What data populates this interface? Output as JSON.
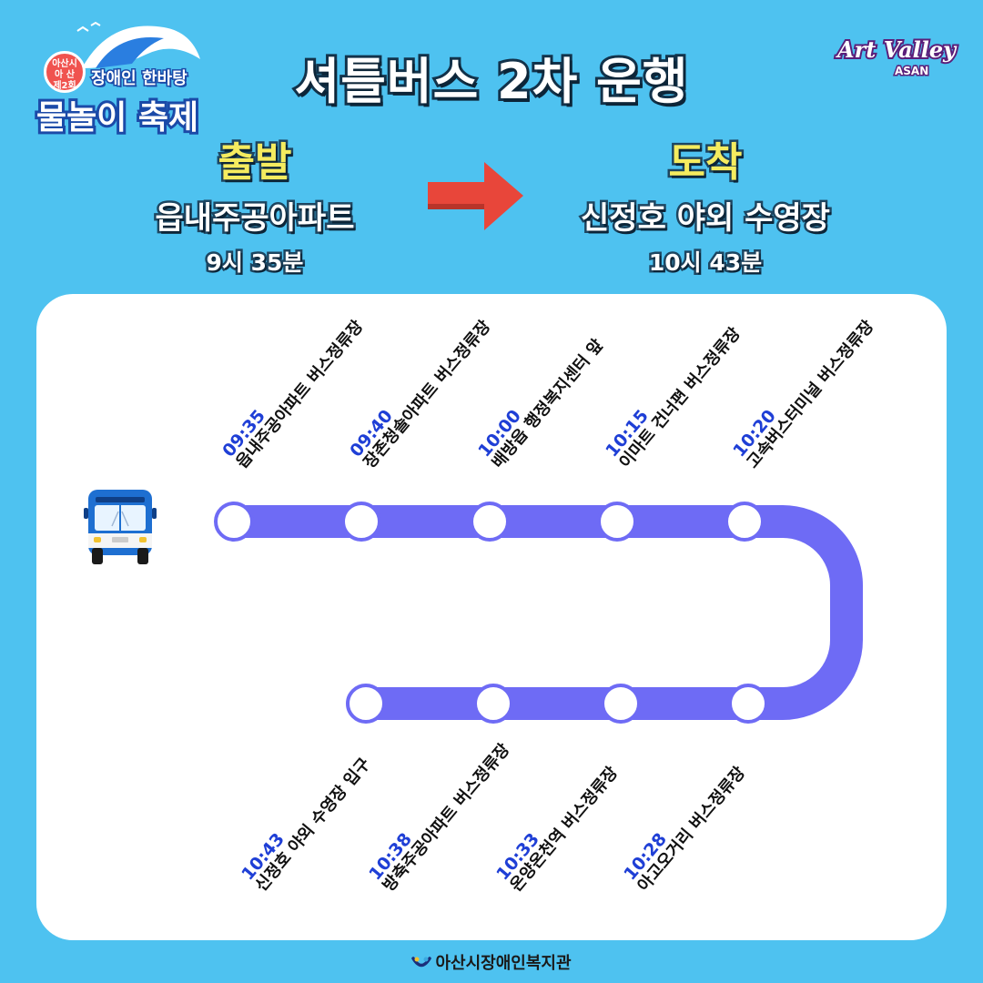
{
  "title": "셔틀버스 2차 운행",
  "logo_left": {
    "badge_line1": "아산시",
    "badge_line2": "아 산",
    "badge_line3": "제2회",
    "subtitle": "장애인 한바탕",
    "main": "물놀이 축제"
  },
  "logo_right": {
    "main": "Art Valley",
    "sub": "ASAN"
  },
  "departure": {
    "heading": "출발",
    "place": "읍내주공아파트",
    "time": "9시 35분"
  },
  "arrival": {
    "heading": "도착",
    "place": "신정호 야외 수영장",
    "time": "10시 43분"
  },
  "icons": {
    "arrow": "right-arrow-icon",
    "bus": "bus-icon",
    "footer": "welfare-center-logo-icon"
  },
  "colors": {
    "background": "#4ec2f0",
    "route": "#6e6bf5",
    "arrow": "#e8463a",
    "time_text": "#1f3fd6",
    "heading_yellow": "#f5ec5f"
  },
  "stops_top": [
    {
      "time": "09:35",
      "name": "읍내주공아파트 버스정류장"
    },
    {
      "time": "09:40",
      "name": "장존청솔아파트 버스정류장"
    },
    {
      "time": "10:00",
      "name": "배방읍 행정복지센터 앞"
    },
    {
      "time": "10:15",
      "name": "이마트 건너편 버스정류장"
    },
    {
      "time": "10:20",
      "name": "고속버스터미널 버스정류장"
    }
  ],
  "stops_bottom": [
    {
      "time": "10:43",
      "name": "신정호 야외 수영장 입구"
    },
    {
      "time": "10:38",
      "name": "방축주공아파트 버스정류장"
    },
    {
      "time": "10:33",
      "name": "온양온천역 버스정류장"
    },
    {
      "time": "10:28",
      "name": "아고오거리 버스정류장"
    }
  ],
  "footer": "아산시장애인복지관"
}
